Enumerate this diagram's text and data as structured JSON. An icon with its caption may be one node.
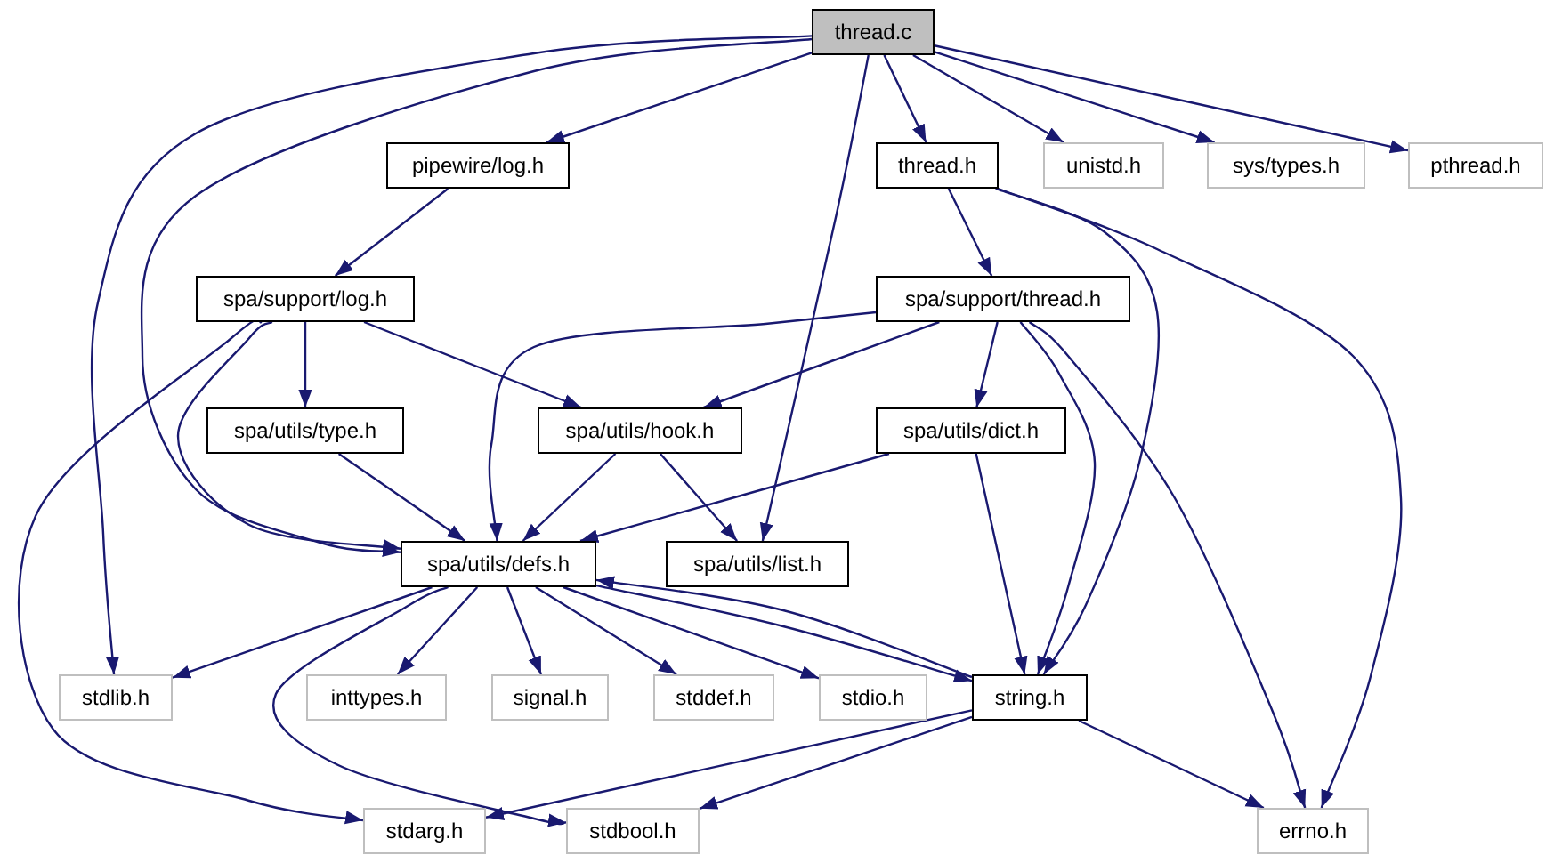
{
  "diagram": {
    "nodes": [
      {
        "text": [
          "thread.c"
        ]
      },
      {
        "text": [
          "pipewire/log.h"
        ]
      },
      {
        "text": [
          "thread.h"
        ]
      },
      {
        "text": [
          "unistd.h"
        ]
      },
      {
        "text": [
          "sys/types.h"
        ]
      },
      {
        "text": [
          "pthread.h"
        ]
      },
      {
        "text": [
          "spa/support/log.h"
        ]
      },
      {
        "text": [
          "spa/support/thread.h"
        ]
      },
      {
        "text": [
          "spa/utils/type.h"
        ]
      },
      {
        "text": [
          "spa/utils/hook.h"
        ]
      },
      {
        "text": [
          "spa/utils/dict.h"
        ]
      },
      {
        "text": [
          "spa/utils/defs.h"
        ]
      },
      {
        "text": [
          "spa/utils/list.h"
        ]
      },
      {
        "text": [
          "stdlib.h"
        ]
      },
      {
        "text": [
          "inttypes.h"
        ]
      },
      {
        "text": [
          "signal.h"
        ]
      },
      {
        "text": [
          "stddef.h"
        ]
      },
      {
        "text": [
          "stdio.h"
        ]
      },
      {
        "text": [
          "string.h"
        ]
      },
      {
        "text": [
          "stdarg.h"
        ]
      },
      {
        "text": [
          "stdbool.h"
        ]
      },
      {
        "text": [
          "errno.h"
        ]
      }
    ],
    "edges": [
      {
        "from": 0,
        "to": 1,
        "arrow": "to"
      },
      {
        "from": 0,
        "to": 2,
        "arrow": "to"
      },
      {
        "from": 0,
        "to": 3,
        "arrow": "to"
      },
      {
        "from": 0,
        "to": 4,
        "arrow": "to"
      },
      {
        "from": 0,
        "to": 5,
        "arrow": "to"
      },
      {
        "from": 0,
        "to": 12,
        "arrow": "to"
      },
      {
        "from": 0,
        "to": 13,
        "arrow": "to"
      },
      {
        "from": 0,
        "to": 11,
        "arrow": "to"
      },
      {
        "from": 1,
        "to": 6,
        "arrow": "to"
      },
      {
        "from": 6,
        "to": 8,
        "arrow": "to"
      },
      {
        "from": 6,
        "to": 9,
        "arrow": "to"
      },
      {
        "from": 6,
        "to": 11,
        "arrow": "to"
      },
      {
        "from": 6,
        "to": 19,
        "arrow": "to"
      },
      {
        "from": 2,
        "to": 7,
        "arrow": "to"
      },
      {
        "from": 2,
        "to": 18,
        "arrow": "to"
      },
      {
        "from": 2,
        "to": 21,
        "arrow": "to"
      },
      {
        "from": 7,
        "to": 11,
        "arrow": "to"
      },
      {
        "from": 7,
        "to": 9,
        "arrow": "to"
      },
      {
        "from": 7,
        "to": 10,
        "arrow": "to"
      },
      {
        "from": 7,
        "to": 18,
        "arrow": "to"
      },
      {
        "from": 7,
        "to": 21,
        "arrow": "to"
      },
      {
        "from": 8,
        "to": 11,
        "arrow": "to"
      },
      {
        "from": 9,
        "to": 11,
        "arrow": "to"
      },
      {
        "from": 9,
        "to": 12,
        "arrow": "to"
      },
      {
        "from": 10,
        "to": 11,
        "arrow": "to"
      },
      {
        "from": 10,
        "to": 18,
        "arrow": "to"
      },
      {
        "from": 11,
        "to": 13,
        "arrow": "to"
      },
      {
        "from": 11,
        "to": 14,
        "arrow": "to"
      },
      {
        "from": 11,
        "to": 15,
        "arrow": "to"
      },
      {
        "from": 11,
        "to": 16,
        "arrow": "to"
      },
      {
        "from": 11,
        "to": 17,
        "arrow": "to"
      },
      {
        "from": 11,
        "to": 18,
        "arrow": "to"
      },
      {
        "from": 11,
        "to": 20,
        "arrow": "to"
      },
      {
        "from": 18,
        "to": 11,
        "arrow": "to"
      },
      {
        "from": 18,
        "to": 19,
        "arrow": "to"
      },
      {
        "from": 18,
        "to": 20,
        "arrow": "to"
      },
      {
        "from": 18,
        "to": 21,
        "arrow": "to"
      }
    ]
  }
}
